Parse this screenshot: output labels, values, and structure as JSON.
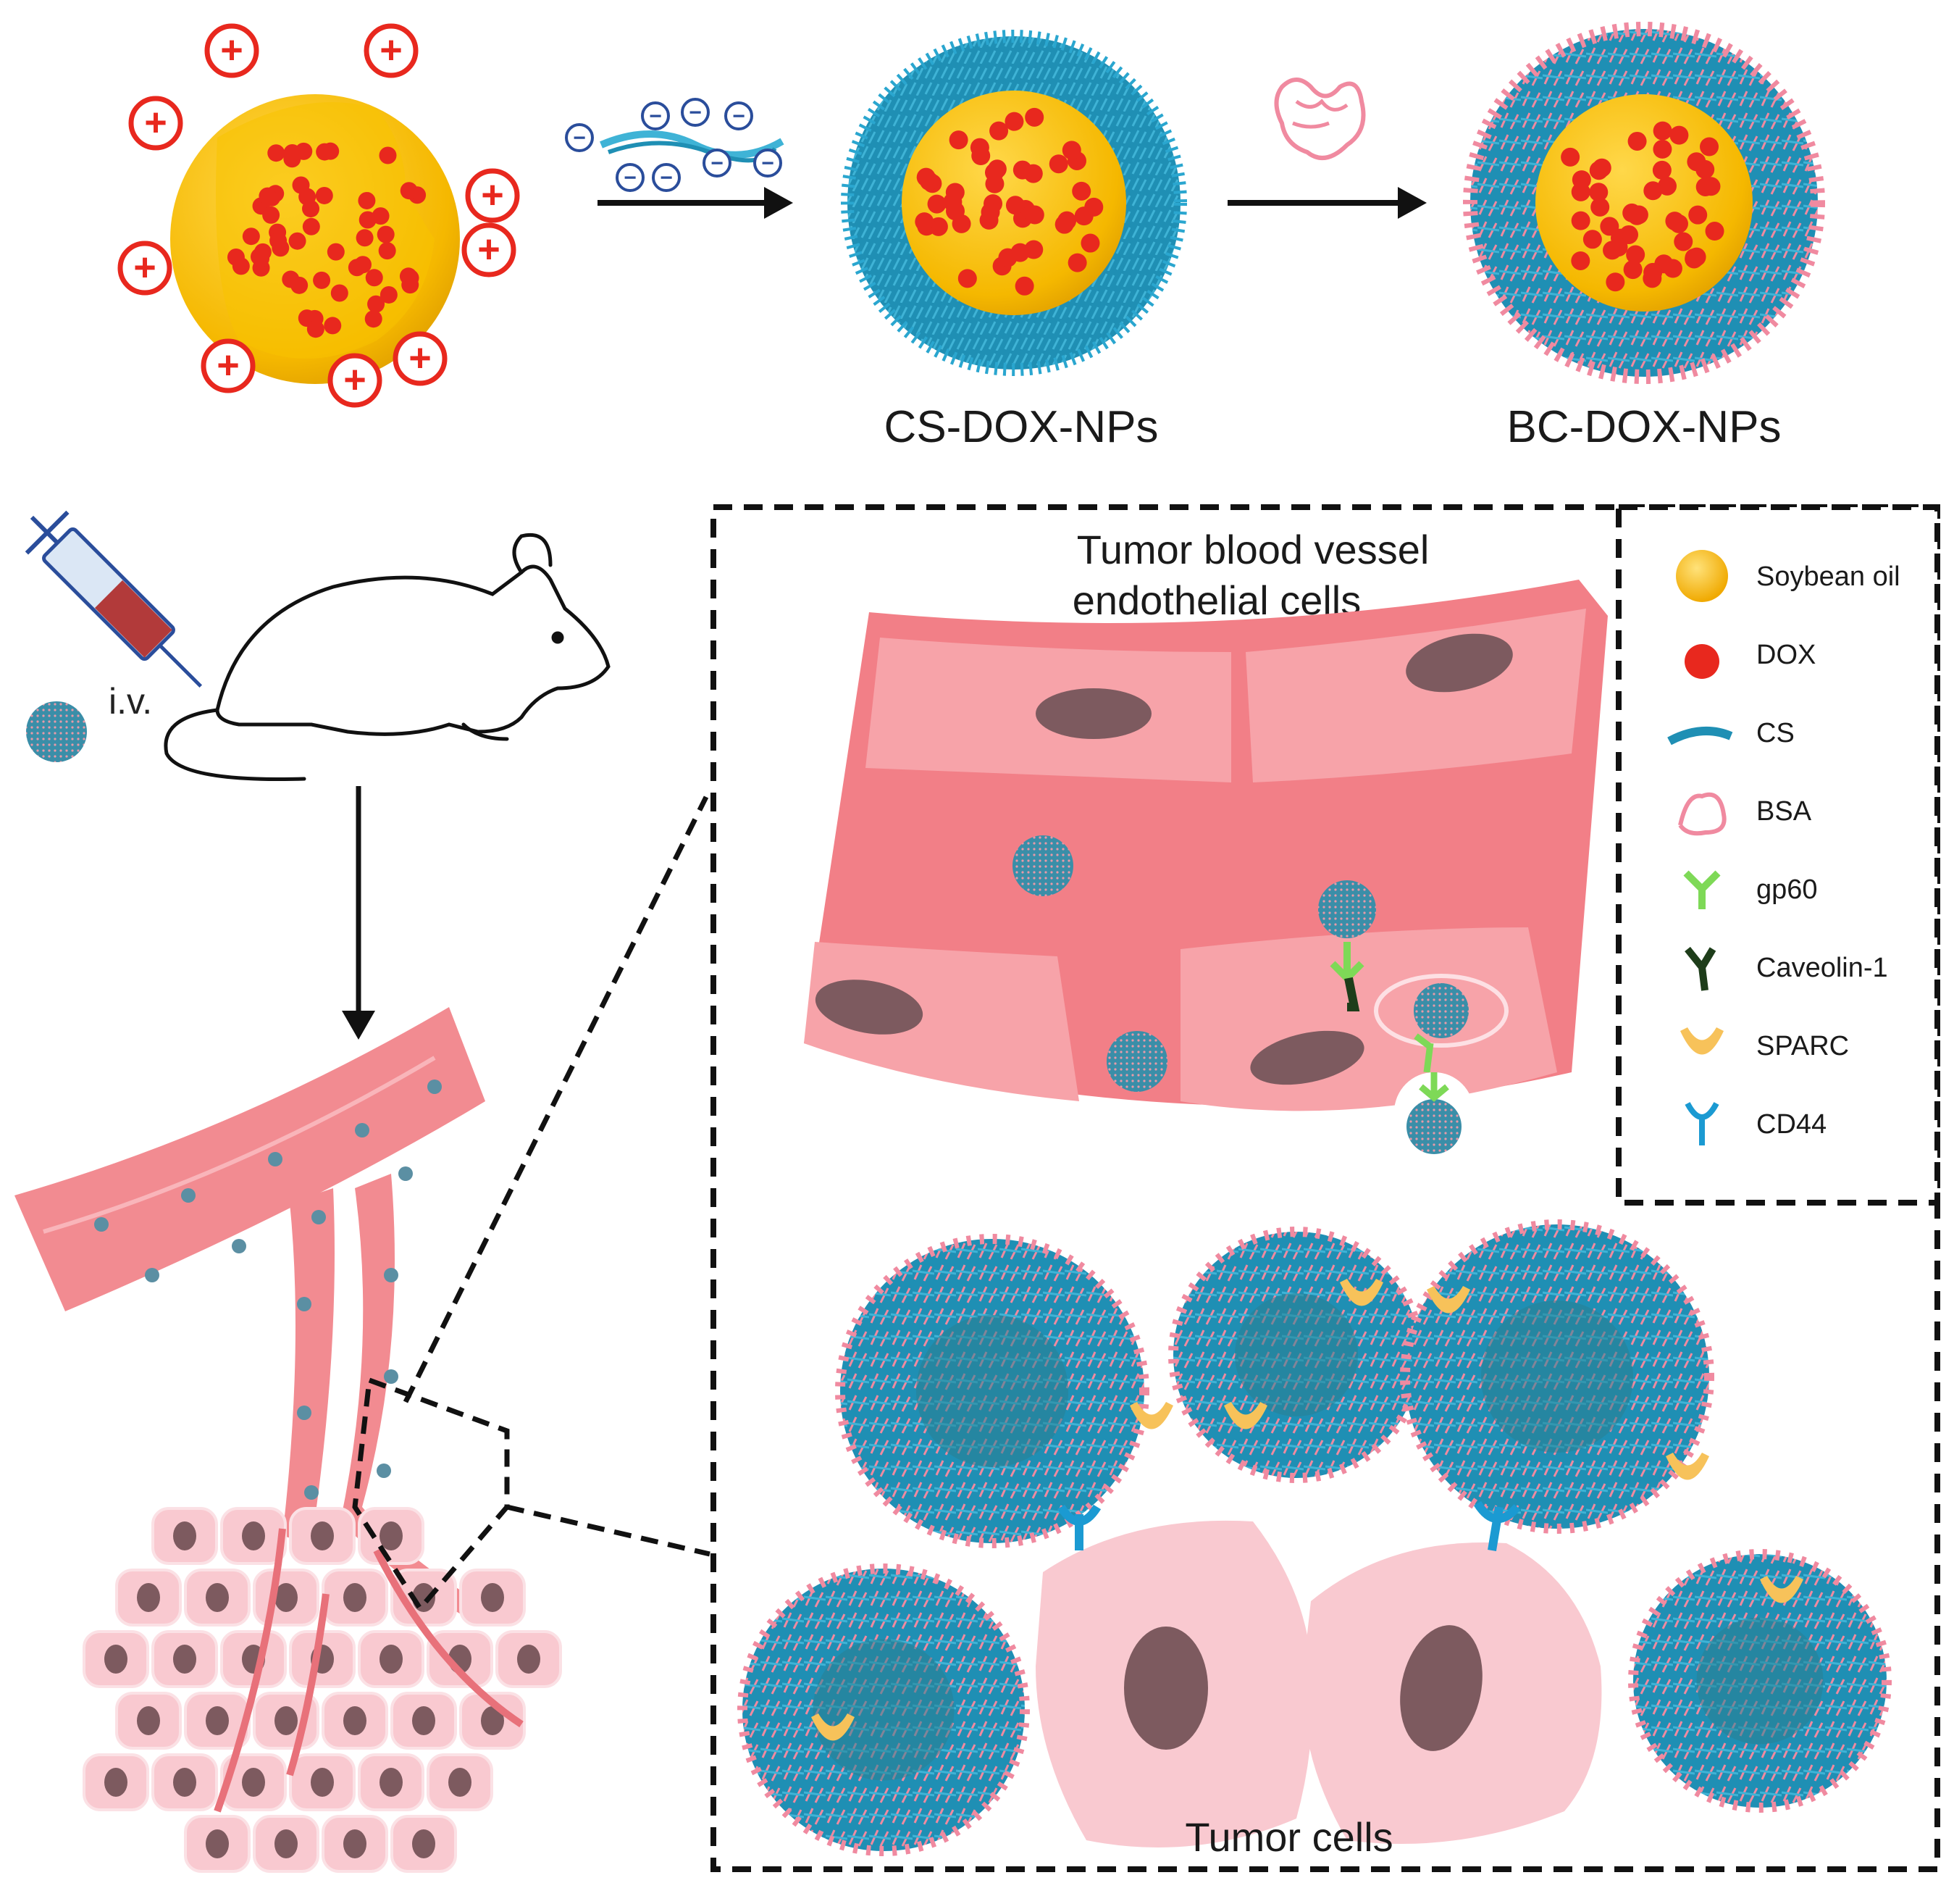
{
  "labels": {
    "cs_dox_nps": "CS-DOX-NPs",
    "bc_dox_nps": "BC-DOX-NPs",
    "iv": "i.v.",
    "vessel_line1": "Tumor blood vessel",
    "vessel_line2": "endothelial cells",
    "tumor_cells": "Tumor cells"
  },
  "charges": {
    "plus": "+",
    "minus": "−"
  },
  "legend": [
    {
      "icon": "soybean-oil-icon",
      "label": "Soybean oil"
    },
    {
      "icon": "dox-icon",
      "label": "DOX"
    },
    {
      "icon": "cs-icon",
      "label": "CS"
    },
    {
      "icon": "bsa-icon",
      "label": "BSA"
    },
    {
      "icon": "gp60-icon",
      "label": "gp60"
    },
    {
      "icon": "caveolin-1-icon",
      "label": "Caveolin-1"
    },
    {
      "icon": "sparc-icon",
      "label": "SPARC"
    },
    {
      "icon": "cd44-icon",
      "label": "CD44"
    }
  ],
  "colors": {
    "oil": "#f5b800",
    "dox": "#e8281e",
    "cs": "#1f8fb4",
    "bsa": "#f08aa0",
    "gp60": "#7ed957",
    "caveolin": "#1e3d1a",
    "sparc": "#f7c25a",
    "cd44": "#1b9ad2",
    "vessel": "#f28b91",
    "tumor_cell": "#f9c9d0",
    "nucleus": "#7d5a5f"
  }
}
